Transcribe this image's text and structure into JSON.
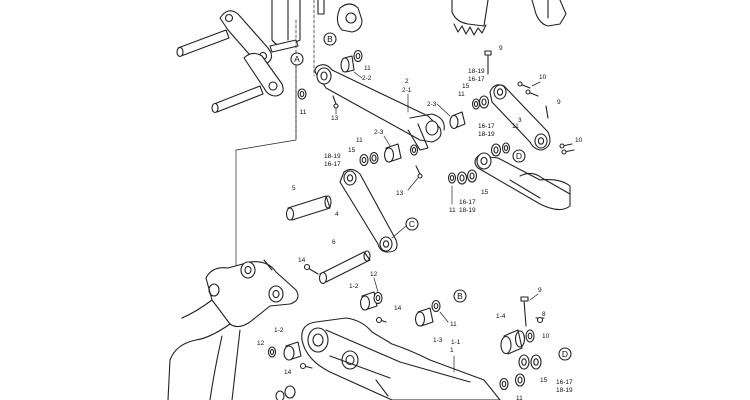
{
  "callouts": {
    "A1": "A",
    "B1": "B",
    "C1": "C",
    "D1": "D",
    "B2": "B",
    "D2": "D"
  },
  "labels": {
    "l11a": "11",
    "l2_2": "2-2",
    "l2": "2",
    "l2_1": "2-1",
    "l11b": "11",
    "l13a": "13",
    "l2_3a": "2-3",
    "l2_3b": "2-3",
    "l15a": "15",
    "l11c": "11",
    "l16_17a": "16-17",
    "l18_19a": "18-19",
    "l13b": "13",
    "l9a": "9",
    "l18_19b": "18-19",
    "l16_17b": "16-17",
    "l10a": "10",
    "l11d": "11",
    "l15b": "15",
    "l9b": "9",
    "l3": "3",
    "l16_17c": "16-17",
    "l18_19c": "18-19",
    "l11e": "11",
    "l10b": "10",
    "l15c": "15",
    "l16_17d": "16-17",
    "l18_19d": "18-19",
    "l11f": "11",
    "l5": "5",
    "l4": "4",
    "l6": "6",
    "l14a": "14",
    "l12a": "12",
    "l1_2a": "1-2",
    "l14b": "14",
    "l11g": "11",
    "l1_3": "1-3",
    "l1_1": "1-1",
    "l1": "1",
    "l1_2b": "1-2",
    "l12b": "12",
    "l14c": "14",
    "l9c": "9",
    "l8": "8",
    "l1_4": "1-4",
    "l10c": "10",
    "l16_17e": "16-17",
    "l18_19e": "18-19",
    "l11h": "11",
    "l15d": "15"
  }
}
